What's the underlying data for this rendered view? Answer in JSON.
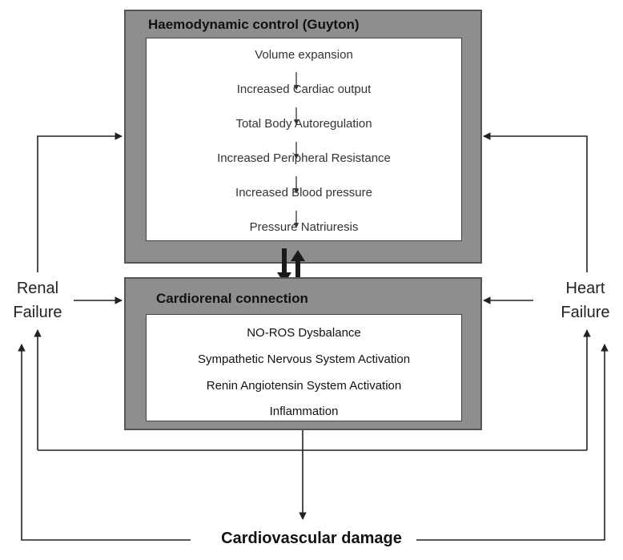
{
  "top_box": {
    "title": "Haemodynamic control (Guyton)",
    "steps": [
      "Volume expansion",
      "Increased Cardiac output",
      "Total Body Autoregulation",
      "Increased Peripheral Resistance",
      "Increased Blood pressure",
      "Pressure Natriuresis"
    ]
  },
  "bottom_box": {
    "title": "Cardiorenal connection",
    "items": [
      "NO-ROS Dysbalance",
      "Sympathetic Nervous System Activation",
      "Renin Angiotensin System Activation",
      "Inflammation"
    ]
  },
  "left_label": {
    "line1": "Renal",
    "line2": "Failure"
  },
  "right_label": {
    "line1": "Heart",
    "line2": "Failure"
  },
  "bottom_label": "Cardiovascular damage"
}
